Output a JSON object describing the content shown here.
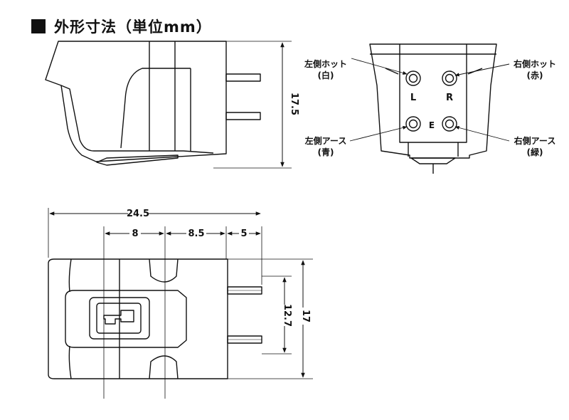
{
  "title": "外形寸法（単位mm）",
  "dims": {
    "height": "17.5",
    "length": "24.5",
    "d_front": "8",
    "d_mid": "8.5",
    "d_pin": "5",
    "d_pin_span": "12.7",
    "d_width": "17"
  },
  "pins": {
    "l_mark": "L",
    "r_mark": "R",
    "e_mark": "E",
    "left_hot": "左側ホット",
    "left_hot_color": "(白)",
    "right_hot": "右側ホット",
    "right_hot_color": "(赤)",
    "left_ground": "左側アース",
    "left_ground_color": "(青)",
    "right_ground": "右側アース",
    "right_ground_color": "(緑)"
  }
}
